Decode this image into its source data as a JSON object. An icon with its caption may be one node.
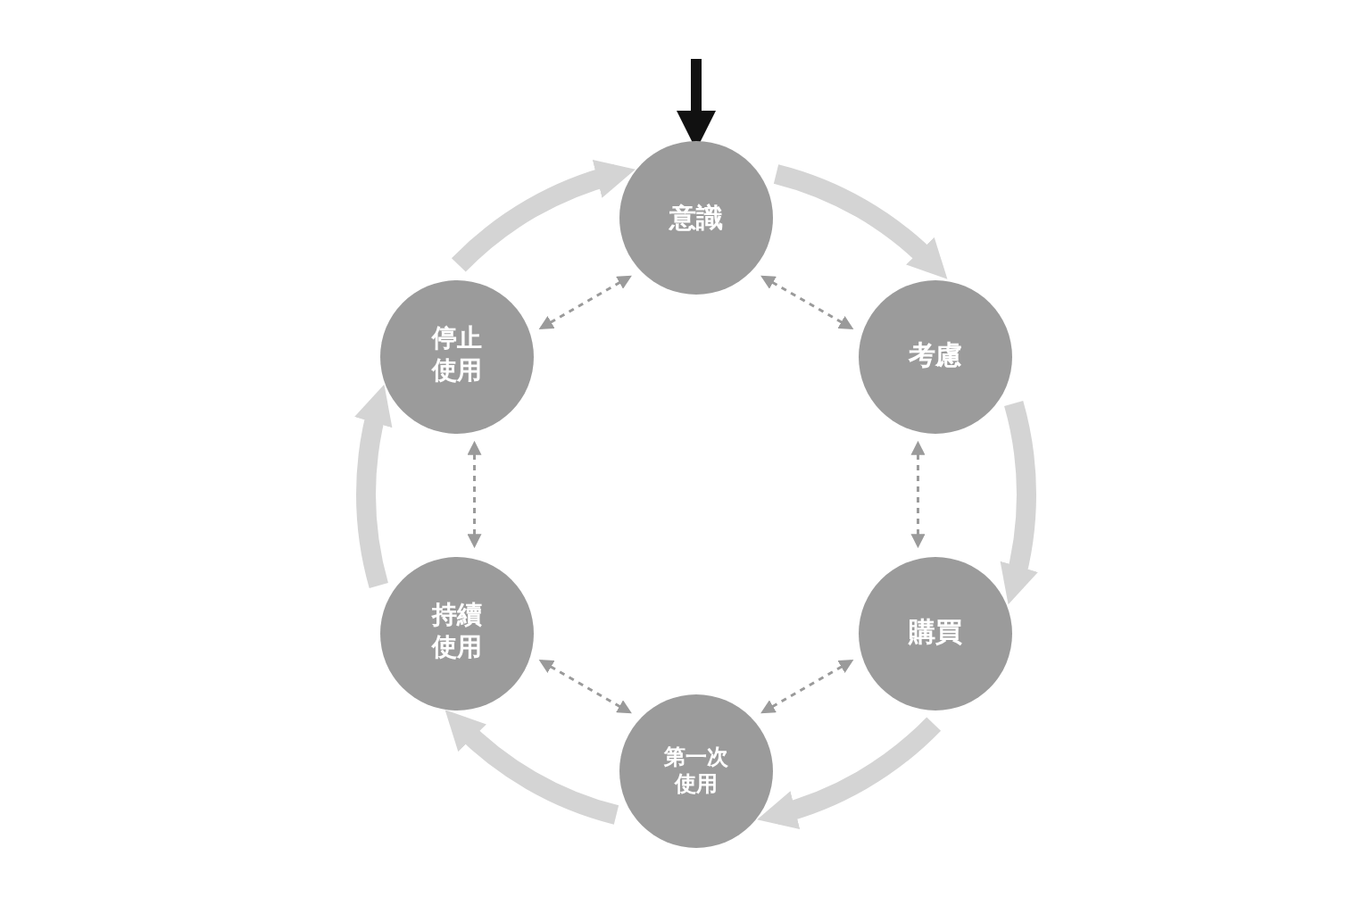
{
  "diagram": {
    "nodes": [
      {
        "text": [
          "意識"
        ]
      },
      {
        "text": [
          "考慮"
        ]
      },
      {
        "text": [
          "購買"
        ]
      },
      {
        "text": [
          "第一次使用"
        ]
      },
      {
        "text": [
          "持續使用"
        ]
      },
      {
        "text": [
          "停止使用"
        ]
      }
    ],
    "edges": [
      {
        "from": null,
        "to": 0,
        "arrow": "to",
        "color": "#111111"
      },
      {
        "from": 0,
        "to": 1,
        "arrow": "to",
        "style": "thick",
        "color": "#d4d4d4"
      },
      {
        "from": 1,
        "to": 2,
        "arrow": "to",
        "style": "thick",
        "color": "#d4d4d4"
      },
      {
        "from": 2,
        "to": 3,
        "arrow": "to",
        "style": "thick",
        "color": "#d4d4d4"
      },
      {
        "from": 3,
        "to": 4,
        "arrow": "to",
        "style": "thick",
        "color": "#d4d4d4"
      },
      {
        "from": 4,
        "to": 5,
        "arrow": "to",
        "style": "thick",
        "color": "#d4d4d4"
      },
      {
        "from": 5,
        "to": 0,
        "arrow": "to",
        "style": "thick",
        "color": "#d4d4d4"
      },
      {
        "from": 0,
        "to": 1,
        "arrow": "both",
        "style": "dashed",
        "color": "#9a9a9a"
      },
      {
        "from": 1,
        "to": 2,
        "arrow": "both",
        "style": "dashed",
        "color": "#9a9a9a"
      },
      {
        "from": 2,
        "to": 3,
        "arrow": "both",
        "style": "dashed",
        "color": "#9a9a9a"
      },
      {
        "from": 3,
        "to": 4,
        "arrow": "both",
        "style": "dashed",
        "color": "#9a9a9a"
      },
      {
        "from": 4,
        "to": 5,
        "arrow": "both",
        "style": "dashed",
        "color": "#9a9a9a"
      },
      {
        "from": 5,
        "to": 0,
        "arrow": "both",
        "style": "dashed",
        "color": "#9a9a9a"
      }
    ]
  }
}
